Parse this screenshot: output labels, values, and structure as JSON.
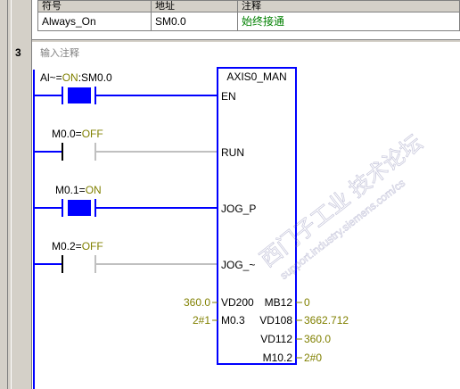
{
  "symbol_table": {
    "headers": [
      "符号",
      "地址",
      "注释"
    ],
    "row": {
      "symbol": "Always_On",
      "address": "SM0.0",
      "comment": "始终接通"
    }
  },
  "network": {
    "number": "3",
    "comment_placeholder": "输入注释"
  },
  "contacts": [
    {
      "prefix": "Al~=",
      "state": "ON",
      "suffix": ":SM0.0"
    },
    {
      "prefix": "M0.0=",
      "state": "OFF"
    },
    {
      "prefix": "M0.1=",
      "state": "ON"
    },
    {
      "prefix": "M0.2=",
      "state": "OFF"
    }
  ],
  "block": {
    "title": "AXIS0_MAN",
    "inputs": [
      "EN",
      "RUN",
      "JOG_P",
      "JOG_~"
    ],
    "params_left": [
      {
        "value": "360.0",
        "pin": "VD200"
      },
      {
        "value": "2#1",
        "pin": "M0.3"
      }
    ],
    "params_right": [
      {
        "pin": "MB12",
        "value": "0"
      },
      {
        "pin": "VD108",
        "value": "3662.712"
      },
      {
        "pin": "VD112",
        "value": "360.0"
      },
      {
        "pin": "M10.2",
        "value": "2#0"
      }
    ]
  },
  "watermark": {
    "line1": "西门子工业 技术论坛",
    "line2": "support.industry.siemens.com/cs"
  },
  "colors": {
    "active": "#0000ff",
    "inactive": "#c0c0c0",
    "state_text": "#808000",
    "value_text": "#808000"
  }
}
